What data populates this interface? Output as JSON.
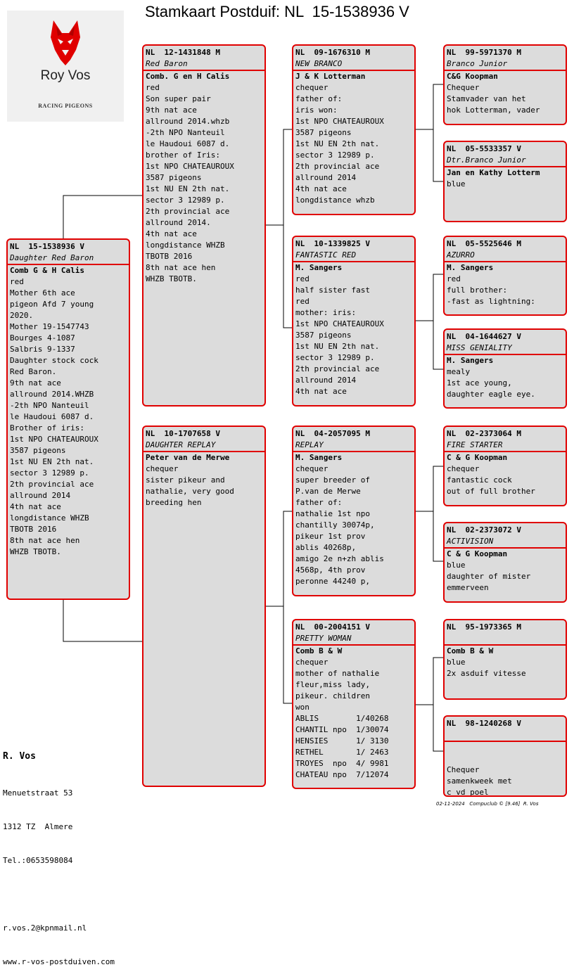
{
  "title": "Stamkaart Postduif: NL  15-1538936 V",
  "logo": {
    "name": "Roy Vos",
    "subtitle": "RACING PIGEONS",
    "icon": "wolf-head-icon",
    "accent": "#e00000"
  },
  "colors": {
    "border": "#e00000",
    "card_bg": "#dcdcdc"
  },
  "pigeons": {
    "subject": {
      "ring": "NL  15-1538936 V",
      "name": "Daughter Red Baron",
      "breeder": "Comb G & H Calis",
      "lines": [
        "red",
        "Mother 6th ace",
        "pigeon Afd 7 young",
        "2020.",
        "Mother 19-1547743",
        "Bourges 4-1087",
        "Salbris 9-1337",
        "Daughter stock cock",
        "Red Baron.",
        "9th nat ace",
        "allround 2014.WHZB",
        "-2th NPO Nanteuil",
        "le Haudoui 6087 d.",
        "Brother of iris:",
        "1st NPO CHATEAUROUX",
        "3587 pigeons",
        "1st NU EN 2th nat.",
        "sector 3 12989 p.",
        "2th provincial ace",
        "allround 2014",
        "4th nat ace",
        "longdistance WHZB",
        "TBOTB 2016",
        "8th nat ace hen",
        "WHZB TBOTB."
      ]
    },
    "father": {
      "ring": "NL  12-1431848 M",
      "name": "Red Baron",
      "breeder": "Comb. G en H Calis",
      "lines": [
        "red",
        "Son super pair",
        "9th nat ace",
        "allround 2014.whzb",
        "-2th NPO Nanteuil",
        "le Haudoui 6087 d.",
        "brother of Iris:",
        "1st NPO CHATEAUROUX",
        "3587 pigeons",
        "1st NU EN 2th nat.",
        "sector 3 12989 p.",
        "2th provincial ace",
        "allround 2014.",
        "4th nat ace",
        "longdistance WHZB",
        "TBOTB 2016",
        "8th nat ace hen",
        "WHZB TBOTB."
      ]
    },
    "mother": {
      "ring": "NL  10-1707658 V",
      "name": "DAUGHTER REPLAY",
      "breeder": "Peter van de Merwe",
      "lines": [
        "chequer",
        "sister pikeur and",
        "nathalie, very good",
        "breeding hen"
      ]
    },
    "ff": {
      "ring": "NL  09-1676310 M",
      "name": "NEW BRANCO",
      "breeder": "J & K Lotterman",
      "lines": [
        "chequer",
        "father of:",
        "iris won:",
        "1st NPO CHATEAUROUX",
        "3587 pigeons",
        "1st NU EN 2th nat.",
        "sector 3 12989 p.",
        "2th provincial ace",
        "allround 2014",
        "4th nat ace",
        "longdistance whzb"
      ]
    },
    "fm": {
      "ring": "NL  10-1339825 V",
      "name": "FANTASTIC RED",
      "breeder": "M. Sangers",
      "lines": [
        "red",
        "half sister fast",
        "red",
        "mother: iris:",
        "1st NPO CHATEAUROUX",
        "3587 pigeons",
        "1st NU EN 2th nat.",
        "sector 3 12989 p.",
        "2th provincial ace",
        "allround 2014",
        "4th nat ace"
      ]
    },
    "mf": {
      "ring": "NL  04-2057095 M",
      "name": "REPLAY",
      "breeder": "M. Sangers",
      "lines": [
        "chequer",
        "super breeder of",
        "P.van de Merwe",
        "father of:",
        "nathalie 1st npo",
        "chantilly 30074p,",
        "pikeur 1st prov",
        "ablis 40268p,",
        "amigo 2e n+zh ablis",
        "4568p, 4th prov",
        "peronne 44240 p,"
      ]
    },
    "mm": {
      "ring": "NL  00-2004151 V",
      "name": "PRETTY WOMAN",
      "breeder": "Comb B & W",
      "lines": [
        "chequer",
        "mother of nathalie",
        "fleur,miss lady,",
        "pikeur. children",
        "won",
        "ABLIS        1/40268",
        "CHANTIL npo  1/30074",
        "HENSIES      1/ 3130",
        "RETHEL       1/ 2463",
        "TROYES  npo  4/ 9981",
        "CHATEAU npo  7/12074"
      ]
    },
    "fff": {
      "ring": "NL  99-5971370 M",
      "name": "Branco Junior",
      "breeder": "C&G Koopman",
      "lines": [
        "Chequer",
        "Stamvader van het",
        "hok Lotterman, vader"
      ]
    },
    "ffm": {
      "ring": "NL  05-5533357 V",
      "name": "Dtr.Branco Junior",
      "breeder": "Jan en Kathy Lotterm",
      "lines": [
        "blue"
      ]
    },
    "fmf": {
      "ring": "NL  05-5525646 M",
      "name": "AZURRO",
      "breeder": "M. Sangers",
      "lines": [
        "red",
        "full brother:",
        "-fast as lightning:"
      ]
    },
    "fmm": {
      "ring": "NL  04-1644627 V",
      "name": "MISS GENIALITY",
      "breeder": "M. Sangers",
      "lines": [
        "mealy",
        "1st ace young,",
        "daughter eagle eye."
      ]
    },
    "mff": {
      "ring": "NL  02-2373064 M",
      "name": "FIRE STARTER",
      "breeder": "C & G Koopman",
      "lines": [
        "chequer",
        "fantastic cock",
        "out of full brother"
      ]
    },
    "mfm": {
      "ring": "NL  02-2373072 V",
      "name": "ACTIVISION",
      "breeder": "C & G Koopman",
      "lines": [
        "blue",
        "daughter of mister",
        "emmerveen"
      ]
    },
    "mmf": {
      "ring": "NL  95-1973365 M",
      "name": "",
      "breeder": "Comb B & W",
      "lines": [
        "blue",
        "2x asduif vitesse"
      ]
    },
    "mmm": {
      "ring": "NL  98-1240268 V",
      "name": "",
      "breeder": "",
      "lines": [
        "",
        "Chequer",
        "samenkweek met",
        "c vd poel"
      ]
    }
  },
  "owner": {
    "name": "R. Vos",
    "lines": [
      "Menuetstraat 53",
      "1312 TZ  Almere",
      "Tel.:0653598084",
      "",
      "r.vos.2@kpnmail.nl",
      "www.r-vos-postduiven.com"
    ]
  },
  "footer": "02-11-2024   Compuclub © [9.46]  R. Vos"
}
